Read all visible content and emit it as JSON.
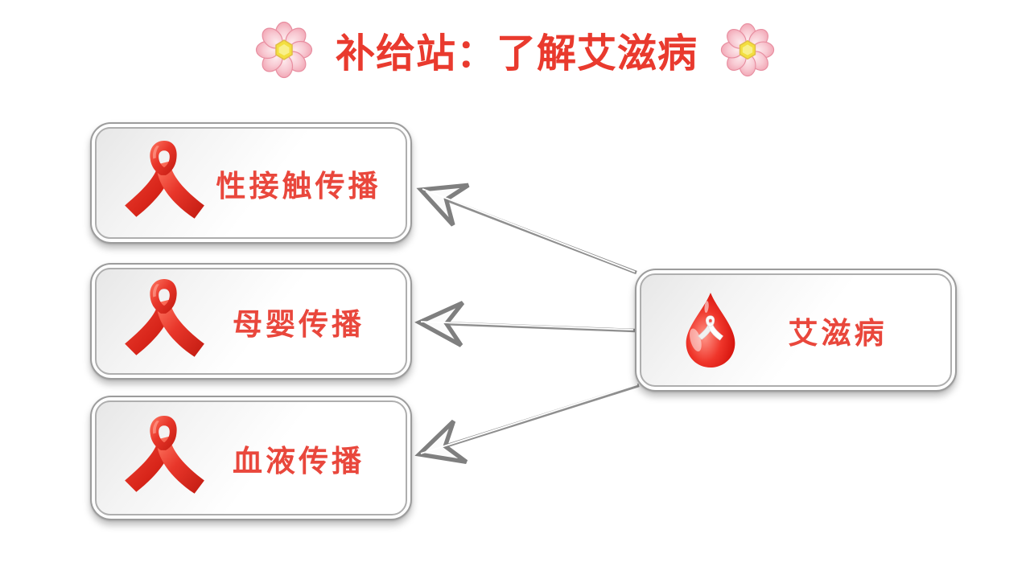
{
  "title": {
    "text": "补给站：了解艾滋病"
  },
  "diagram": {
    "source": {
      "label": "艾滋病",
      "icon": "blood-drop-ribbon-icon"
    },
    "targets": [
      {
        "label": "性接触传播",
        "icon": "aids-ribbon-icon"
      },
      {
        "label": "母婴传播",
        "icon": "aids-ribbon-icon"
      },
      {
        "label": "血液传播",
        "icon": "aids-ribbon-icon"
      }
    ],
    "connections": [
      {
        "from": "艾滋病",
        "to": "性接触传播"
      },
      {
        "from": "艾滋病",
        "to": "母婴传播"
      },
      {
        "from": "艾滋病",
        "to": "血液传播"
      }
    ]
  },
  "icons": {
    "header_left": "flower-icon",
    "header_right": "flower-icon",
    "target_boxes": "aids-ribbon-icon",
    "source_box": "blood-drop-ribbon-icon",
    "connector_end": "open-dart-arrowhead"
  },
  "colors": {
    "title_red": "#e93a2e",
    "label_red": "#e9473c",
    "ribbon_red": "#e53226",
    "box_border_gray": "#9c9c9c",
    "arrow_gray": "#8f8f8f",
    "flower_pink": "#f5b3bf",
    "flower_center_yellow": "#f6e84f",
    "background": "#ffffff"
  }
}
